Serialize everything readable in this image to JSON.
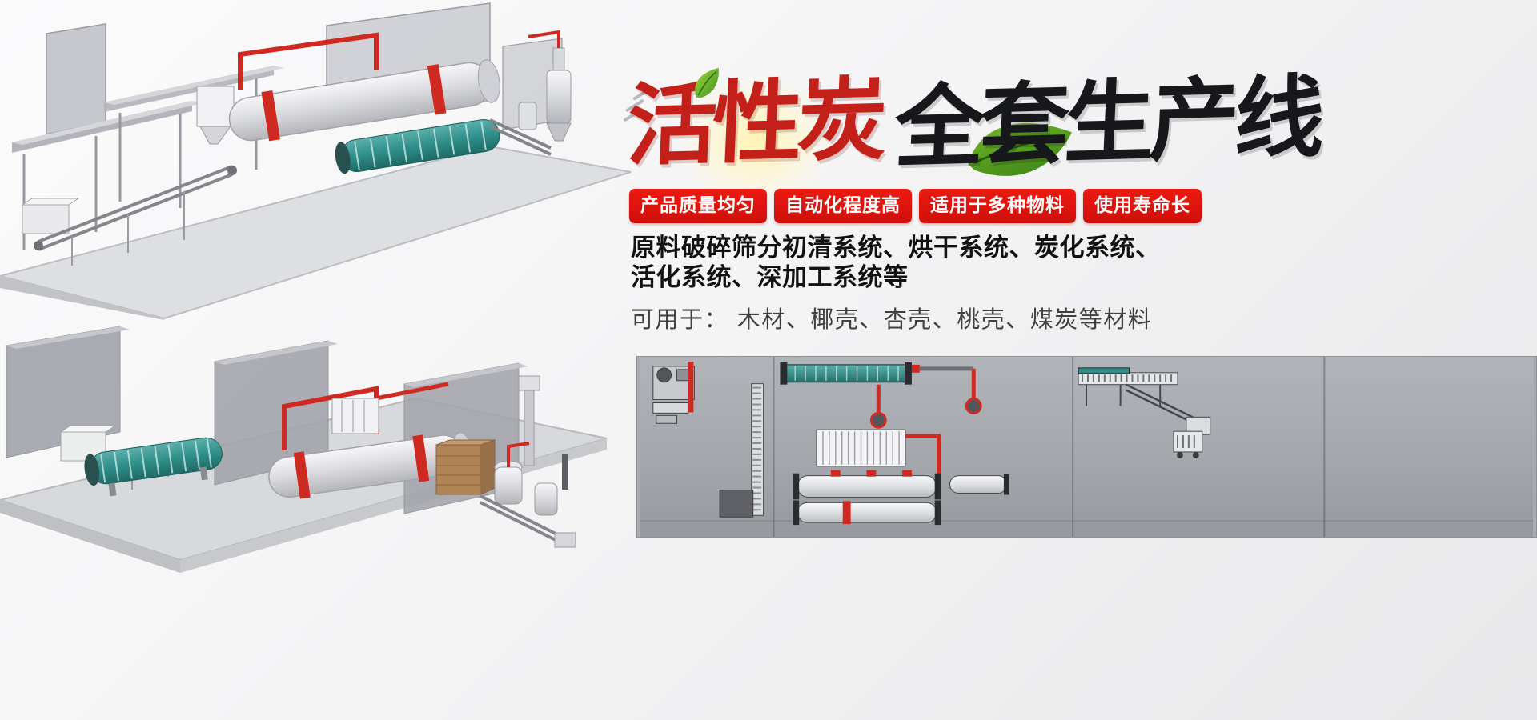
{
  "page": {
    "background_top": "#fbfbfc",
    "background_bottom": "#e8e8ea"
  },
  "hero": {
    "title_red": "活性炭",
    "title_dark": "全套生产线",
    "red_color": "#c4201a",
    "dark_color": "#17181b"
  },
  "badges": {
    "background": "#df120d",
    "text_color": "#ffffff",
    "items": [
      {
        "label": "产品质量均匀"
      },
      {
        "label": "自动化程度高"
      },
      {
        "label": "适用于多种物料"
      },
      {
        "label": "使用寿命长"
      }
    ]
  },
  "description": {
    "systems_line1": "原料破碎筛分初清系统、烘干系统、炭化系统、",
    "systems_line2": "活化系统、深加工系统等",
    "materials_line": "可用于： 木材、椰壳、杏壳、桃壳、煤炭等材料"
  },
  "illustrations": {
    "top_render": "isometric-3d-production-line-top",
    "bottom_render": "isometric-3d-production-line-bottom",
    "schematic_panel": "production-line-plan-schematic",
    "accent_red": "#cf2a22",
    "drum_teal": "#2f8f8a",
    "leaf_green": "#5aa21e"
  }
}
